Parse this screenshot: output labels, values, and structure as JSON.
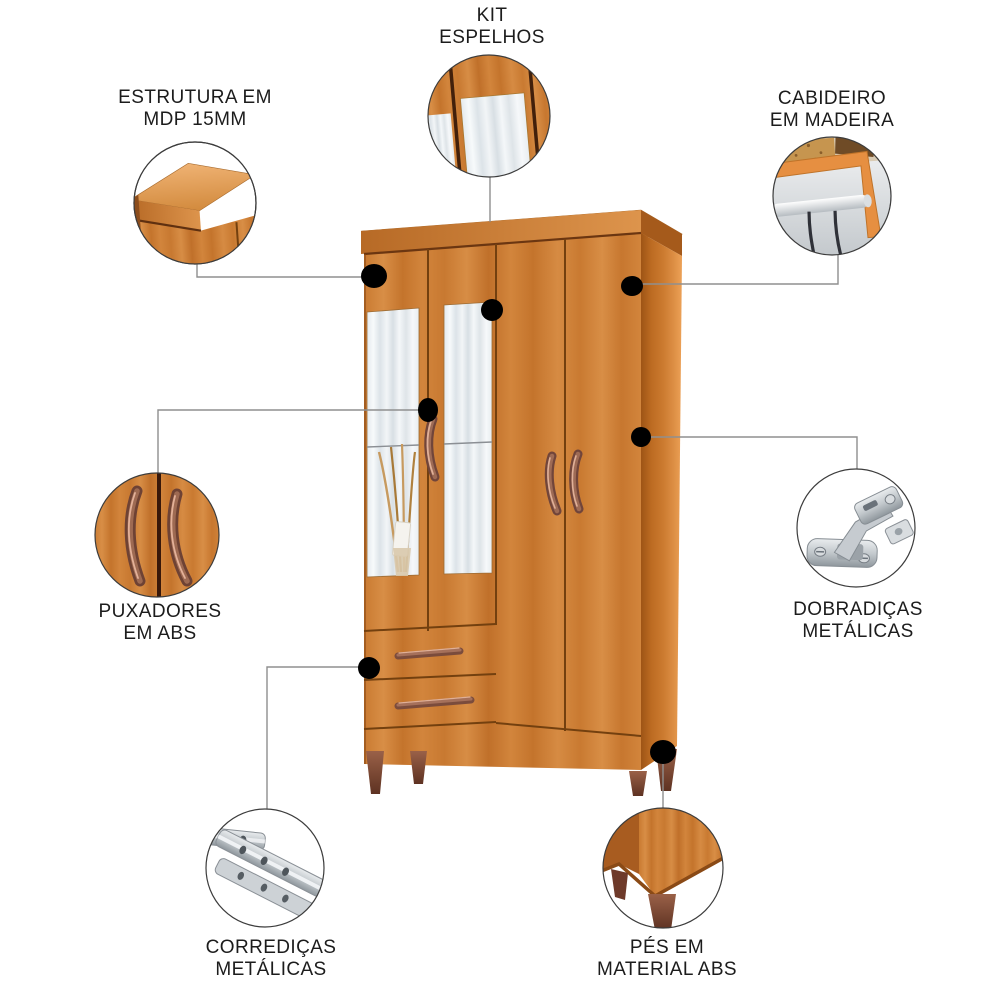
{
  "diagram": {
    "background": "#ffffff",
    "subject": "wardrobe-product-features",
    "features": [
      {
        "id": "estrutura",
        "detail_icon": "wood-corner",
        "label_lines": [
          "ESTRUTURA EM",
          "MDP 15MM"
        ]
      },
      {
        "id": "kit-espelhos",
        "detail_icon": "mirror-kit",
        "label_lines": [
          "KIT",
          "ESPELHOS"
        ]
      },
      {
        "id": "cabideiro",
        "detail_icon": "hanger-rod",
        "label_lines": [
          "CABIDEIRO",
          "EM MADEIRA"
        ]
      },
      {
        "id": "puxadores",
        "detail_icon": "handles",
        "label_lines": [
          "PUXADORES",
          "EM ABS"
        ]
      },
      {
        "id": "dobradicas",
        "detail_icon": "hinge",
        "label_lines": [
          "DOBRADIÇAS",
          "METÁLICAS"
        ]
      },
      {
        "id": "corredicas",
        "detail_icon": "drawer-slides",
        "label_lines": [
          "CORREDIÇAS",
          "METÁLICAS"
        ]
      },
      {
        "id": "pes",
        "detail_icon": "abs-feet",
        "label_lines": [
          "PÉS EM",
          "MATERIAL ABS"
        ]
      }
    ],
    "colors": {
      "wood_front": "#CE8038",
      "wood_side_dark": "#A25A18",
      "wood_side_light": "#ECA157",
      "wood_top": "#EDAE67",
      "mirror": "#F3F6F8",
      "handle": "#8A5A45",
      "feet": "#6E3A2A",
      "marker": "#000000",
      "callout_line": "#8F8F8F",
      "text": "#1C1C1C"
    }
  }
}
